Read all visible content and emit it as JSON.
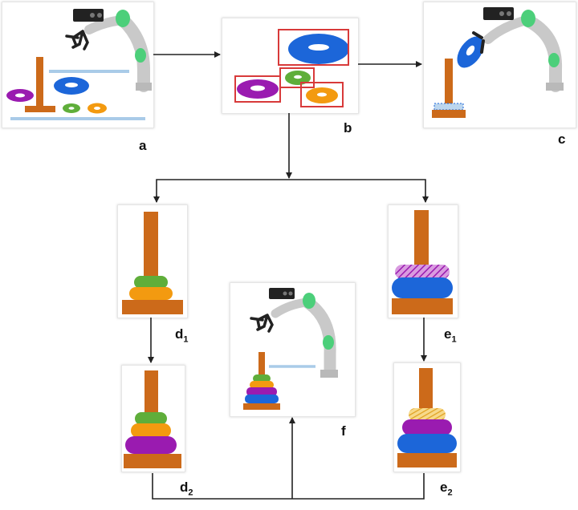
{
  "labels": {
    "a": "a",
    "b": "b",
    "c": "c",
    "d1": {
      "main": "d",
      "sub": "1"
    },
    "d2": {
      "main": "d",
      "sub": "2"
    },
    "e1": {
      "main": "e",
      "sub": "1"
    },
    "e2": {
      "main": "e",
      "sub": "2"
    },
    "f": "f"
  },
  "colors": {
    "peg": "#cc6a1a",
    "ring_purple": "#9a1bb0",
    "ring_blue": "#1c66d9",
    "ring_green": "#5fae3a",
    "ring_orange": "#f39a10",
    "ring_yellow": "#f0b830",
    "guide_line": "#a9cbe8",
    "robot_body": "#c9c9c9",
    "robot_joint": "#4ccf7a",
    "camera": "#222222",
    "detection_box": "#d83a3a",
    "arrow": "#222222"
  }
}
